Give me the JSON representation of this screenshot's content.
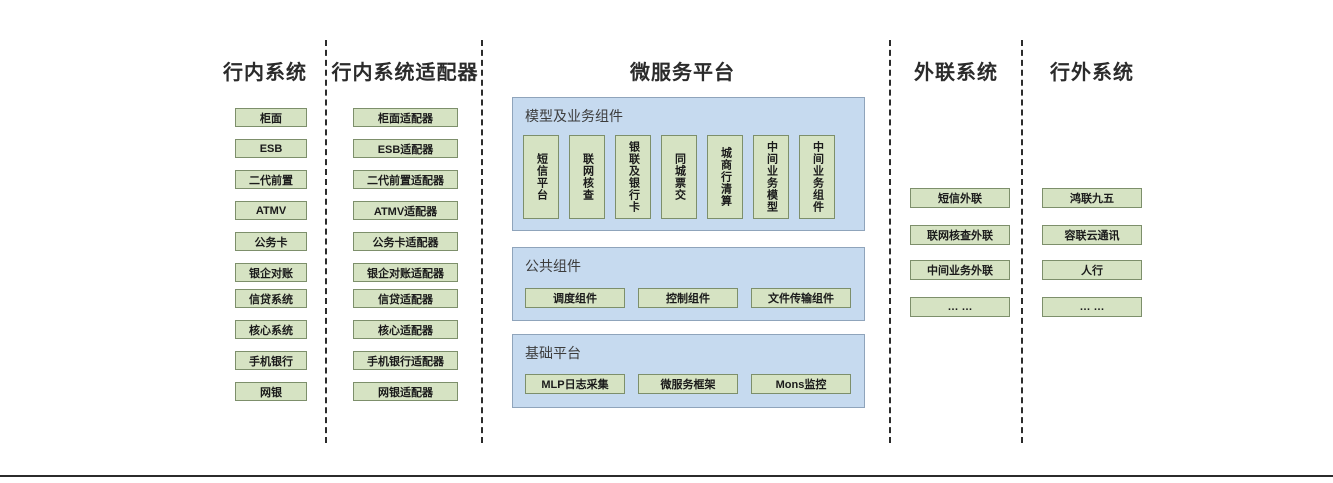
{
  "columns": {
    "internal": {
      "title": "行内系统",
      "items": [
        "柜面",
        "ESB",
        "二代前置",
        "ATMV",
        "公务卡",
        "银企对账",
        "信贷系统",
        "核心系统",
        "手机银行",
        "网银"
      ]
    },
    "adapters": {
      "title": "行内系统适配器",
      "items": [
        "柜面适配器",
        "ESB适配器",
        "二代前置适配器",
        "ATMV适配器",
        "公务卡适配器",
        "银企对账适配器",
        "信贷适配器",
        "核心适配器",
        "手机银行适配器",
        "网银适配器"
      ]
    },
    "platform": {
      "title": "微服务平台",
      "sections": [
        {
          "title": "模型及业务组件",
          "items": [
            "短信平台",
            "联网核查",
            "银联及银行卡",
            "同城票交",
            "城商行清算",
            "中间业务模型",
            "中间业务组件"
          ]
        },
        {
          "title": "公共组件",
          "items": [
            "调度组件",
            "控制组件",
            "文件传输组件"
          ]
        },
        {
          "title": "基础平台",
          "items": [
            "MLP日志采集",
            "微服务框架",
            "Mons监控"
          ]
        }
      ]
    },
    "external_link": {
      "title": "外联系统",
      "items": [
        "短信外联",
        "联网核查外联",
        "中间业务外联",
        "… …"
      ]
    },
    "outside": {
      "title": "行外系统",
      "items": [
        "鸿联九五",
        "容联云通讯",
        "人行",
        "… …"
      ]
    }
  },
  "colors": {
    "node_fill": "#d6e3c3",
    "node_border": "#7d8f6b",
    "panel_fill": "#c6daef",
    "panel_border": "#8fa4bb",
    "text": "#1b1b1b",
    "separator": "#2b2b2b"
  }
}
